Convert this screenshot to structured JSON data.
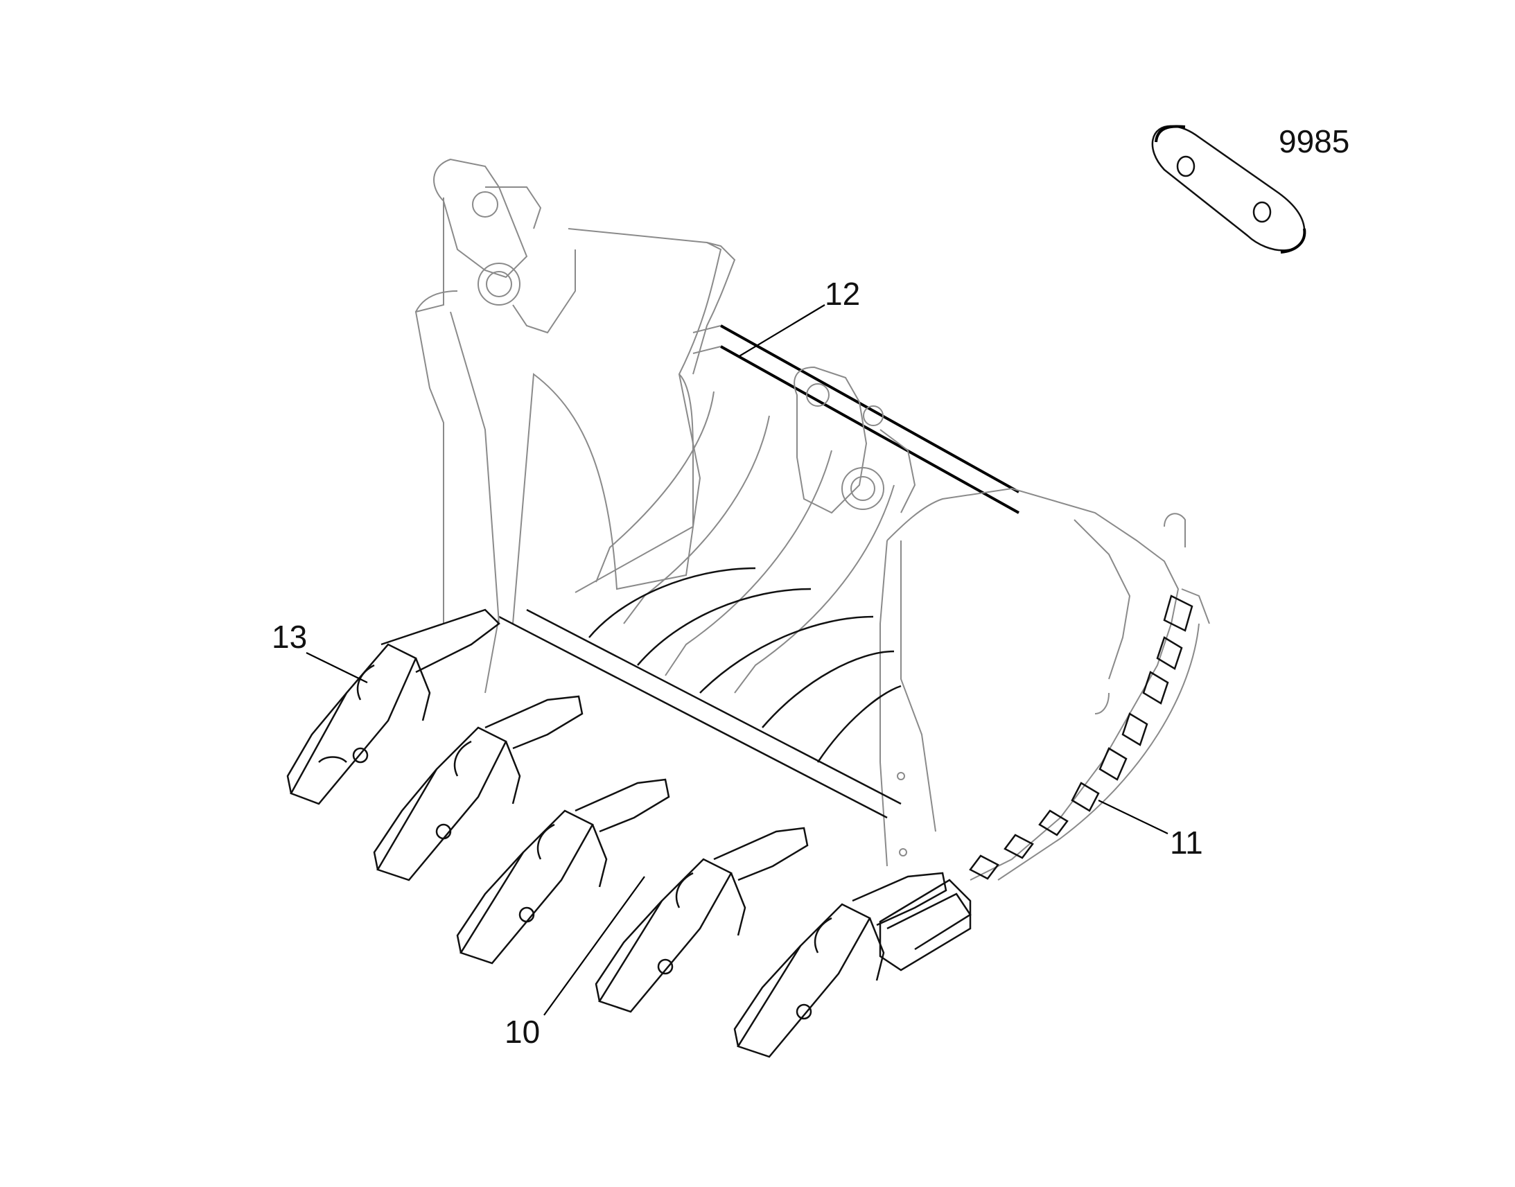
{
  "colors": {
    "line": "#000000",
    "ghost_line": "#8a8a8a",
    "background": "#ffffff"
  },
  "callouts": [
    {
      "id": "9985",
      "label": "9985"
    },
    {
      "id": "12",
      "label": "12"
    },
    {
      "id": "13",
      "label": "13"
    },
    {
      "id": "11",
      "label": "11"
    },
    {
      "id": "10",
      "label": "10"
    }
  ]
}
